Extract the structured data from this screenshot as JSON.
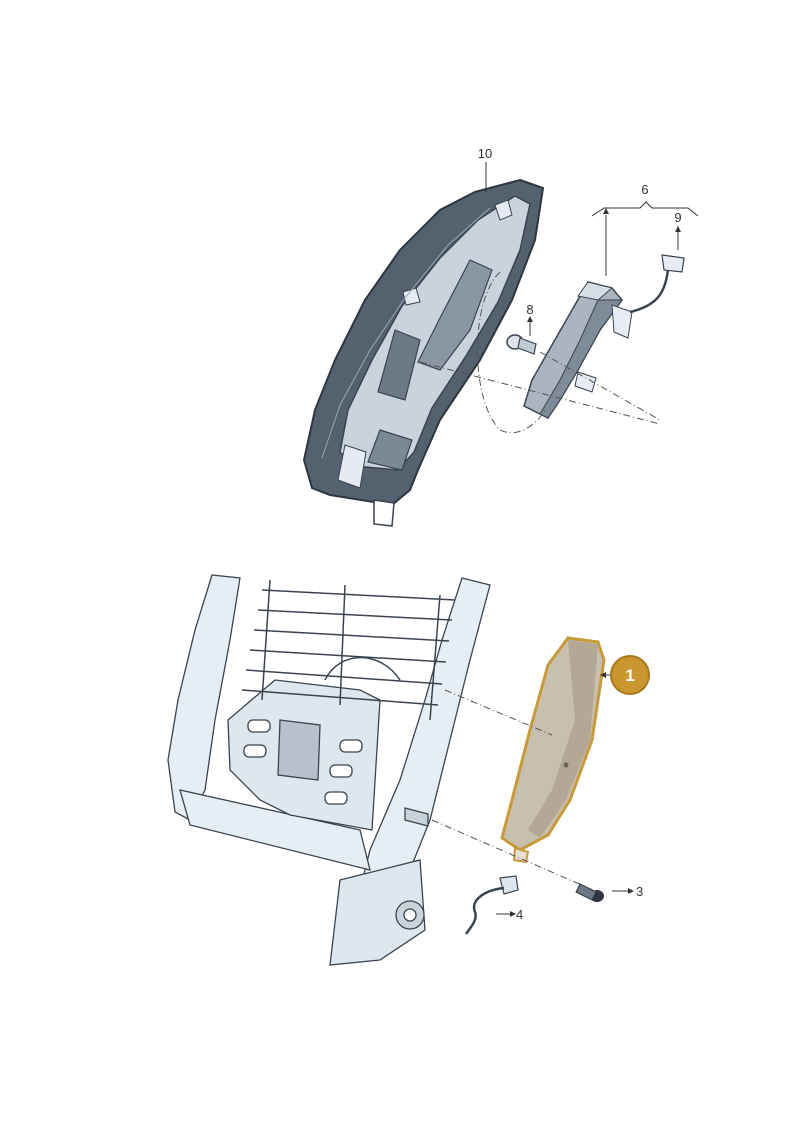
{
  "diagram": {
    "callouts": {
      "c10": "10",
      "c6": "6",
      "c9": "9",
      "c8": "8",
      "c1": "1",
      "c3": "3",
      "c4": "4"
    },
    "highlight_part": "1"
  },
  "colors": {
    "panel_dark": "#4a5565",
    "panel_light": "#c9d3dc",
    "frame_stroke": "#3a4450",
    "frame_fill": "#e7eef3",
    "highlight_fill": "#c8bfae",
    "highlight_outline": "#c79a3a",
    "badge_fill": "#c9962f",
    "leader": "#333333"
  }
}
